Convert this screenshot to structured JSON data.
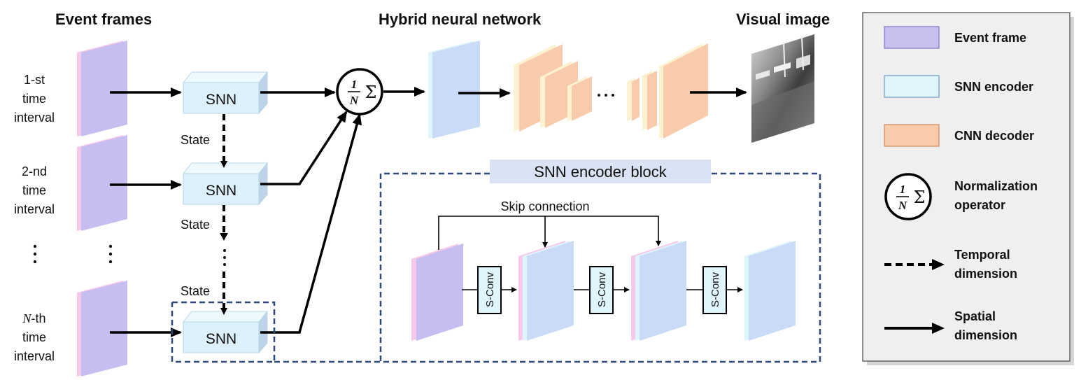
{
  "headers": {
    "event_frames": "Event frames",
    "hybrid_network": "Hybrid neural network",
    "visual_image": "Visual image"
  },
  "rows": [
    {
      "line1": "1-st",
      "line2": "time",
      "line3": "interval"
    },
    {
      "line1": "2-nd",
      "line2": "time",
      "line3": "interval"
    },
    {
      "line1_italic": "N",
      "line1_rest": "-th",
      "line2": "time",
      "line3": "interval"
    }
  ],
  "snn_label": "SNN",
  "state_label": "State",
  "ellipsis_vertical": "⋮",
  "ellipsis_horizontal": "···",
  "operator": {
    "numerator": "1",
    "denominator": "N",
    "sigma": "Σ"
  },
  "encoder_block": {
    "title": "SNN encoder block",
    "skip_label": "Skip connection",
    "sconv_label": "S-Conv"
  },
  "legend": {
    "items": [
      {
        "label": "Event frame",
        "color": "#c8c0ee"
      },
      {
        "label": "SNN encoder",
        "color": "#dff4fb"
      },
      {
        "label": "CNN decoder",
        "color": "#f8cbad"
      },
      {
        "label_line1": "Normalization",
        "label_line2": "operator"
      },
      {
        "label_line1": "Temporal",
        "label_line2": "dimension"
      },
      {
        "label_line1": "Spatial",
        "label_line2": "dimension"
      }
    ]
  },
  "colors": {
    "event_frame": "#c6bdf0",
    "event_frame_edge": "#f6c8ea",
    "snn_block": "#dcf1fb",
    "encoder_output": "#c9dbf7",
    "cnn_decoder": "#f8cbad",
    "cnn_decoder_light": "#fdf2cf",
    "dashed_border": "#2f4a78",
    "block_title_bg": "#dae3f3",
    "legend_bg": "#efefef"
  }
}
